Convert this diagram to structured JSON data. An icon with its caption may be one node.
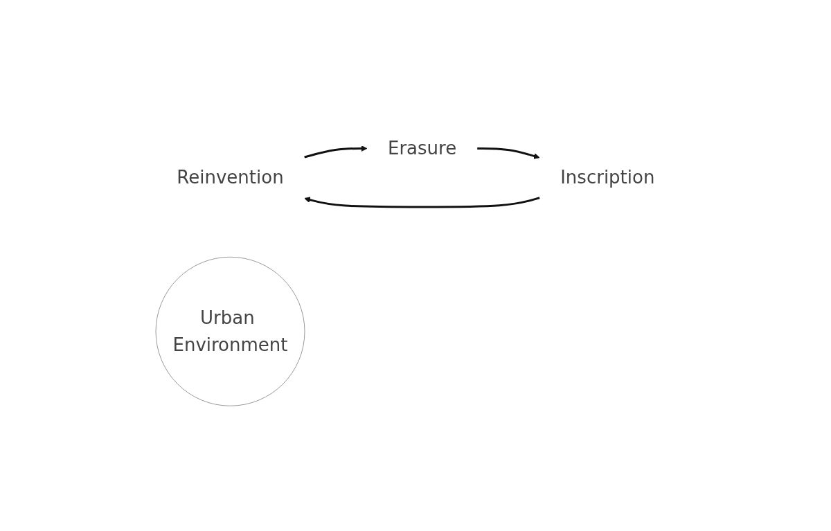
{
  "diagram": {
    "nodes": [
      {
        "text": [
          "Reinvention"
        ]
      },
      {
        "text": [
          "Urban Environment"
        ]
      },
      {
        "text": [
          "Inscription"
        ]
      },
      {
        "text": [
          "Erasure"
        ]
      }
    ],
    "edges": [
      {
        "from": 2,
        "to": 0,
        "arrow": "to"
      },
      {
        "from": 0,
        "to": 3,
        "arrow": "to"
      },
      {
        "from": 3,
        "to": 2,
        "arrow": "to"
      }
    ]
  }
}
